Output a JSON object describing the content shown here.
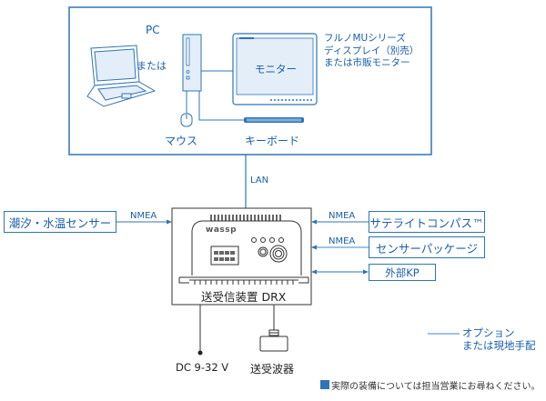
{
  "pc_group": {
    "title": "PC",
    "or_text": "または",
    "monitor_label": "モニター",
    "mouse_label": "マウス",
    "keyboard_label": "キーボード",
    "display_note_lines": [
      "フルノMUシリーズ",
      "ディスプレイ（別売）",
      "または市販モニター"
    ]
  },
  "connections": {
    "lan": "LAN",
    "nmea_left": "NMEA",
    "nmea_compass": "NMEA",
    "nmea_sensor": "NMEA"
  },
  "devices": {
    "tide_sensor": "潮汐・水温センサー",
    "satellite_compass": "サテライトコンパス™",
    "sensor_package": "センサーパッケージ",
    "external_kp": "外部KP",
    "transceiver": "送受信装置 DRX",
    "transceiver_logo": "wassp",
    "power": "DC 9-32 V",
    "transducer": "送受波器"
  },
  "legend": {
    "option_lines": [
      "オプション",
      "または現地手配"
    ]
  },
  "footnote": "実際の装備については担当営業にお尋ねください。",
  "colors": {
    "accent": "#2f74b5",
    "text_blue": "#1a5fa8",
    "option_line": "#7fb0dc",
    "fill_light": "#e3eef9"
  }
}
